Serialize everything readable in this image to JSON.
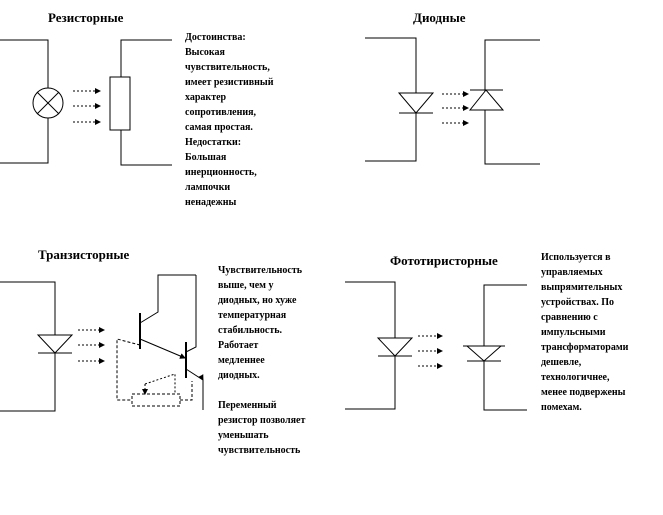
{
  "resistive": {
    "title": "Резисторные",
    "note": "Достоинства:\nВысокая\nчувствительность,\nимеет резистивный\nхарактер\nсопротивления,\nсамая простая.\nНедостатки:\nБольшая\nинерционность,\nлампочки\nненадежны"
  },
  "diode": {
    "title": "Диодные"
  },
  "transistor": {
    "title": "Транзисторные",
    "note": "Чувствительность\nвыше, чем у\nдиодных,  но хуже\nтемпературная\nстабильность.\nРаботает\nмедленнее\nдиодных.",
    "note2": "Переменный\nрезистор позволяет\nуменьшать\nчувствительность"
  },
  "thyristor": {
    "title": "Фототиристорные",
    "note": "Используется в\nуправляемых\nвыпрямительных\nустройствах.  По\nсравнению с\nимпульсными\nтрансформаторами\nдешевле,\nтехнологичнее,\nменее подвержены\nпомехам."
  },
  "colors": {
    "ink": "#000000",
    "background": "#ffffff"
  }
}
